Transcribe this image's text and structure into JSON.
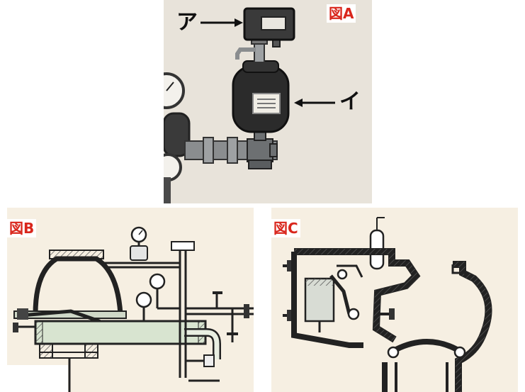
{
  "figures": {
    "a": {
      "label": "図A",
      "callout_a": "ア",
      "callout_i": "イ"
    },
    "b": {
      "label": "図B"
    },
    "c": {
      "label": "図C"
    }
  },
  "colors": {
    "label_red": "#d9261c",
    "panel_a_bg": "#e8e3da",
    "panel_bc_bg": "#f6efe2",
    "tank": "#2b2b2b",
    "metal": "#8a8d8f",
    "hatch": "#555555"
  }
}
